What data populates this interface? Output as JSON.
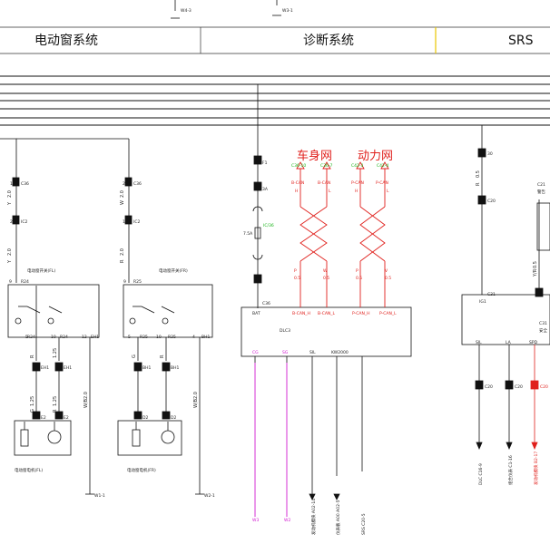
{
  "header": {
    "sections": [
      "电动窗系统",
      "诊断系统",
      "SRS"
    ]
  },
  "top_markers": [
    "W4-3",
    "W3-1"
  ],
  "window_system": {
    "fl": {
      "switch_label": "电动窗开关(FL)",
      "motor_label": "电动窗电机(FL)",
      "ground_label": "W1-1",
      "wire_labels": [
        "Y",
        "2.0",
        "Y",
        "2.0",
        "R",
        "1.25",
        "G",
        "1.25",
        "W/B",
        "2.0",
        "G",
        "1.25",
        "R",
        "1.25"
      ],
      "connectors": [
        "C36",
        "IC2",
        "R24",
        "R24",
        "R24",
        "EH1",
        "EH1",
        "E2",
        "E2"
      ],
      "pins": [
        "1",
        "2",
        "9",
        "5",
        "10",
        "12",
        "1",
        "2"
      ]
    },
    "fr": {
      "switch_label": "电动窗开关(FR)",
      "motor_label": "电动窗电机(FR)",
      "ground_label": "W2-1",
      "wire_labels": [
        "W",
        "2.0",
        "R",
        "2.0",
        "G",
        "1.25",
        "R",
        "1.25",
        "W/B",
        "2.0"
      ],
      "connectors": [
        "C36",
        "IC2",
        "R25",
        "R25",
        "R25",
        "BH1",
        "BH1",
        "D2",
        "D2"
      ],
      "pins": [
        "2",
        "1",
        "9",
        "5",
        "10",
        "4",
        "3",
        "1",
        "2"
      ]
    }
  },
  "diagnostic": {
    "networks": [
      "车身网",
      "动力网"
    ],
    "network_connectors": [
      "C36-10",
      "C36-7",
      "C42-3",
      "C42-4"
    ],
    "can_labels": [
      "B-CAN",
      "H",
      "B-CAN",
      "L",
      "P-CAN",
      "H",
      "P-CAN",
      "L"
    ],
    "top_connectors": [
      "F1",
      "3A",
      "C36"
    ],
    "fuse_label": "IC/36",
    "fuse_rating": "7.5A",
    "dlc_label": "DLC3",
    "bat_label": "BAT",
    "pin_labels": [
      "CG",
      "SG",
      "SIL",
      "KW2000"
    ],
    "bus_pins": [
      "B-CAN_H",
      "B-CAN_L",
      "P-CAN_H",
      "P-CAN_L"
    ],
    "wire_colors": [
      "P",
      "0.5",
      "W",
      "0.5",
      "P",
      "0.5",
      "V",
      "0.5"
    ],
    "bottom_grounds": [
      "W3",
      "W2"
    ],
    "bottom_targets": [
      "发动机模块 A02-14",
      "仪表板 A00 A02-5",
      "SRS C20-5"
    ]
  },
  "srs": {
    "connectors": [
      "30",
      "C20",
      "C31",
      "C31",
      "C20",
      "C20",
      "C20"
    ],
    "labels": [
      "IG1",
      "SIL",
      "LA",
      "SPD",
      "C31",
      "C21",
      "安全",
      "警告"
    ],
    "wire_labels": [
      "R",
      "0.5",
      "Y/R",
      "0.5"
    ],
    "bottom_targets": [
      "DLC C16-9",
      "组合仪表 C1-16",
      "发动机模块 B2-17"
    ]
  },
  "colors": {
    "can": "#e0201c",
    "ground_wire": "#d21ad2",
    "connector_green": "#18b418"
  }
}
